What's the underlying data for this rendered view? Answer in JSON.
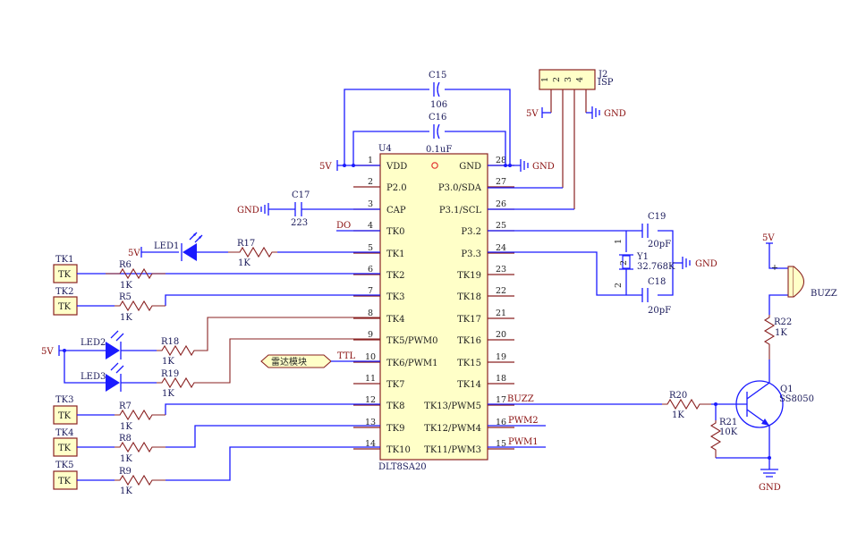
{
  "ic": {
    "ref": "U4",
    "part": "DLT8SA20",
    "left_pins": [
      {
        "num": "1",
        "name": "VDD"
      },
      {
        "num": "2",
        "name": "P2.0"
      },
      {
        "num": "3",
        "name": "CAP"
      },
      {
        "num": "4",
        "name": "TK0"
      },
      {
        "num": "5",
        "name": "TK1"
      },
      {
        "num": "6",
        "name": "TK2"
      },
      {
        "num": "7",
        "name": "TK3"
      },
      {
        "num": "8",
        "name": "TK4"
      },
      {
        "num": "9",
        "name": "TK5/PWM0"
      },
      {
        "num": "10",
        "name": "TK6/PWM1"
      },
      {
        "num": "11",
        "name": "TK7"
      },
      {
        "num": "12",
        "name": "TK8"
      },
      {
        "num": "13",
        "name": "TK9"
      },
      {
        "num": "14",
        "name": "TK10"
      }
    ],
    "right_pins": [
      {
        "num": "28",
        "name": "GND"
      },
      {
        "num": "27",
        "name": "P3.0/SDA"
      },
      {
        "num": "26",
        "name": "P3.1/SCL"
      },
      {
        "num": "25",
        "name": "P3.2"
      },
      {
        "num": "24",
        "name": "P3.3"
      },
      {
        "num": "23",
        "name": "TK19"
      },
      {
        "num": "22",
        "name": "TK18"
      },
      {
        "num": "21",
        "name": "TK17"
      },
      {
        "num": "20",
        "name": "TK16"
      },
      {
        "num": "19",
        "name": "TK15"
      },
      {
        "num": "18",
        "name": "TK14"
      },
      {
        "num": "17",
        "name": "TK13/PWM5"
      },
      {
        "num": "16",
        "name": "TK12/PWM4"
      },
      {
        "num": "15",
        "name": "TK11/PWM3"
      }
    ]
  },
  "labels": {
    "c15_ref": "C15",
    "c15_val": "106",
    "c16_ref": "C16",
    "c16_val": "0.1uF",
    "c17_ref": "C17",
    "c17_val": "223",
    "c18_ref": "C18",
    "c18_val": "20pF",
    "c19_ref": "C19",
    "c19_val": "20pF",
    "y1_ref": "Y1",
    "y1_val": "32.768K",
    "y1_p1": "1",
    "y1_p2": "2",
    "j2_ref": "J2",
    "j2_val": "ISP",
    "j2_p1": "1",
    "j2_p2": "2",
    "j2_p3": "3",
    "j2_p4": "4",
    "r5_ref": "R5",
    "r5_val": "1K",
    "r6_ref": "R6",
    "r6_val": "1K",
    "r7_ref": "R7",
    "r7_val": "1K",
    "r8_ref": "R8",
    "r8_val": "1K",
    "r9_ref": "R9",
    "r9_val": "1K",
    "r17_ref": "R17",
    "r17_val": "1K",
    "r18_ref": "R18",
    "r18_val": "1K",
    "r19_ref": "R19",
    "r19_val": "1K",
    "r20_ref": "R20",
    "r20_val": "1K",
    "r21_ref": "R21",
    "r21_val": "10K",
    "r22_ref": "R22",
    "r22_val": "1K",
    "led1": "LED1",
    "led2": "LED2",
    "led3": "LED3",
    "q1_ref": "Q1",
    "q1_val": "SS8050",
    "buzz_ref": "BUZZ",
    "tk_box": "TK",
    "tk1": "TK1",
    "tk2": "TK2",
    "tk3": "TK3",
    "tk4": "TK4",
    "tk5": "TK5",
    "v5": "5V",
    "gnd": "GND",
    "plus": "+"
  },
  "nets": {
    "do": "DO",
    "ttl": "TTL",
    "radar": "雷达模块",
    "buzz": "BUZZ",
    "pwm2": "PWM2",
    "pwm1": "PWM1"
  },
  "colors": {
    "wire": "#1b1bff",
    "pin": "#8a2222",
    "ic_fill": "#ffffc8",
    "ic_border": "#8a2222",
    "net": "#8a1010"
  }
}
